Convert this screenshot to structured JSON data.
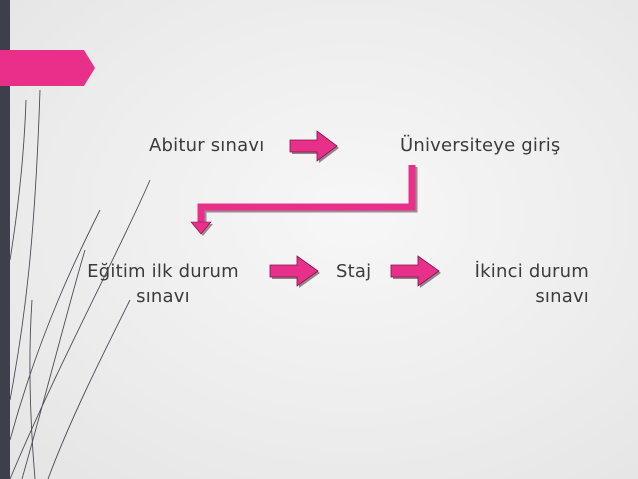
{
  "nodes": {
    "abitur": "Abitur sınavı",
    "universite": "Üniversiteye giriş",
    "egitim_line1": "Eğitim ilk durum",
    "egitim_line2": "sınavı",
    "staj": "Staj",
    "ikinci_line1": "İkinci durum",
    "ikinci_line2": "sınavı"
  },
  "edges": [
    {
      "from": "abitur",
      "to": "universite"
    },
    {
      "from": "universite",
      "to": "egitim"
    },
    {
      "from": "egitim",
      "to": "staj"
    },
    {
      "from": "staj",
      "to": "ikinci"
    }
  ],
  "colors": {
    "arrow": "#e8308a",
    "accent_tab": "#e8308a",
    "left_bar": "#3d404a",
    "text": "#3b3b3b"
  }
}
